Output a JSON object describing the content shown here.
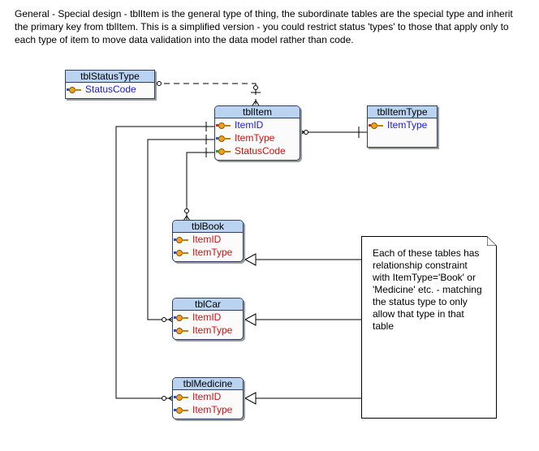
{
  "caption": "General - Special design - tblItem is the general type of thing, the subordinate tables are the special type and inherit the primary key from tblItem.  This is a simplified version - you could restrict status 'types' to those that apply only to each type of item to move data validation into the data model rather than code.",
  "entities": {
    "status_type": {
      "title": "tblStatusType",
      "fields": [
        "StatusCode"
      ]
    },
    "item": {
      "title": "tblItem",
      "fields": [
        "ItemID",
        "ItemType",
        "StatusCode"
      ]
    },
    "item_type": {
      "title": "tblItemType",
      "fields": [
        "ItemType"
      ]
    },
    "book": {
      "title": "tblBook",
      "fields": [
        "ItemID",
        "ItemType"
      ]
    },
    "car": {
      "title": "tblCar",
      "fields": [
        "ItemID",
        "ItemType"
      ]
    },
    "medicine": {
      "title": "tblMedicine",
      "fields": [
        "ItemID",
        "ItemType"
      ]
    }
  },
  "note": {
    "text": "Each of these tables has relationship constraint with ItemType='Book' or 'Medicine' etc. - matching the status type to only allow that type in that table"
  },
  "colors": {
    "title_fill": "#b9d3f0",
    "field_blue": "#1a1adc",
    "field_red": "#d01010",
    "line": "#000000"
  },
  "icons": {
    "primary_key": "key-icon",
    "foreign_key": "key-icon",
    "relationship_end": "crows-foot-circle"
  }
}
